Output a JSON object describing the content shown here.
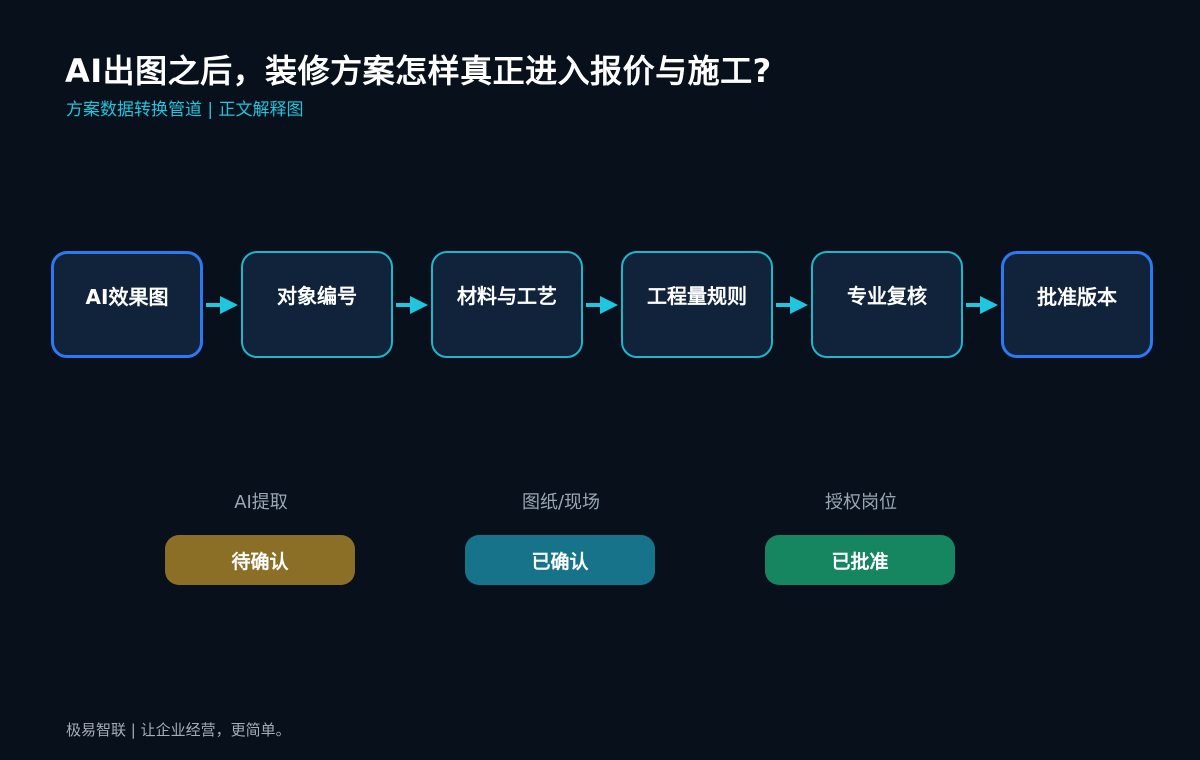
{
  "header": {
    "title": "AI出图之后，装修方案怎样真正进入报价与施工?",
    "subtitle": "方案数据转换管道 | 正文解释图"
  },
  "pipeline": {
    "steps": [
      {
        "label": "AI效果图",
        "accent": true
      },
      {
        "label": "对象编号",
        "accent": false
      },
      {
        "label": "材料与工艺",
        "accent": false
      },
      {
        "label": "工程量规则",
        "accent": false
      },
      {
        "label": "专业复核",
        "accent": false
      },
      {
        "label": "批准版本",
        "accent": true
      }
    ],
    "connector_icon": "arrow-right-icon"
  },
  "statuses": [
    {
      "caption": "AI提取",
      "label": "待确认",
      "color": "#8b6f26"
    },
    {
      "caption": "图纸/现场",
      "label": "已确认",
      "color": "#17738a"
    },
    {
      "caption": "授权岗位",
      "label": "已批准",
      "color": "#168660"
    }
  ],
  "footer": {
    "text": "极易智联 | 让企业经营，更简单。"
  },
  "colors": {
    "background": "#07101b",
    "node_fill": "#10233a",
    "node_border": "#1fb6cc",
    "accent_border": "#2c79f2",
    "arrow": "#1fc6e0",
    "subtitle": "#22c3dc"
  }
}
